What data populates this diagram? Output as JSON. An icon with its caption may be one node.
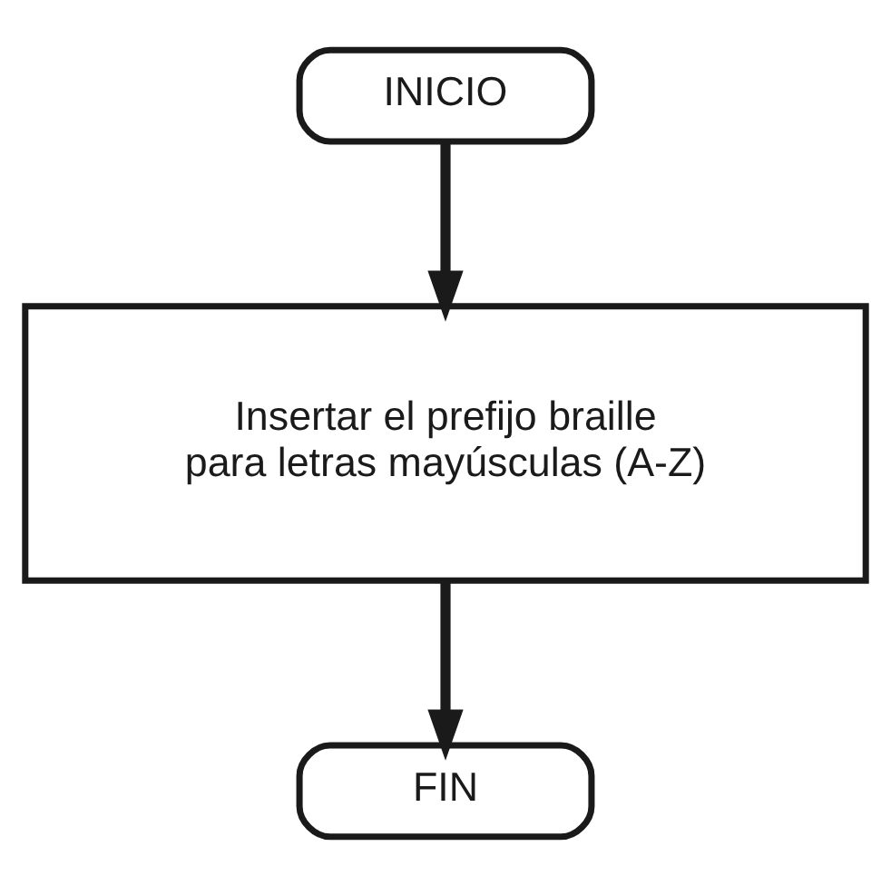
{
  "diagram": {
    "nodes": [
      {
        "text": [
          "INICIO"
        ]
      },
      {
        "text": [
          "Insertar el prefijo braille para letras mayúsculas (A-Z)"
        ]
      },
      {
        "text": [
          "FIN"
        ]
      }
    ],
    "edges": [
      {
        "from": 0,
        "to": 1,
        "arrow": "to"
      },
      {
        "from": 1,
        "to": 2,
        "arrow": "to"
      }
    ]
  }
}
